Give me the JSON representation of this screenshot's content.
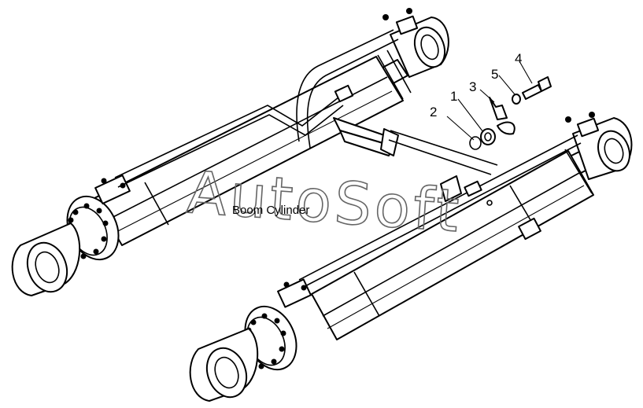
{
  "diagram": {
    "title": "Boom Cylinder",
    "watermark": "AutoSoft",
    "callouts": [
      "1",
      "2",
      "3",
      "4",
      "5"
    ]
  }
}
